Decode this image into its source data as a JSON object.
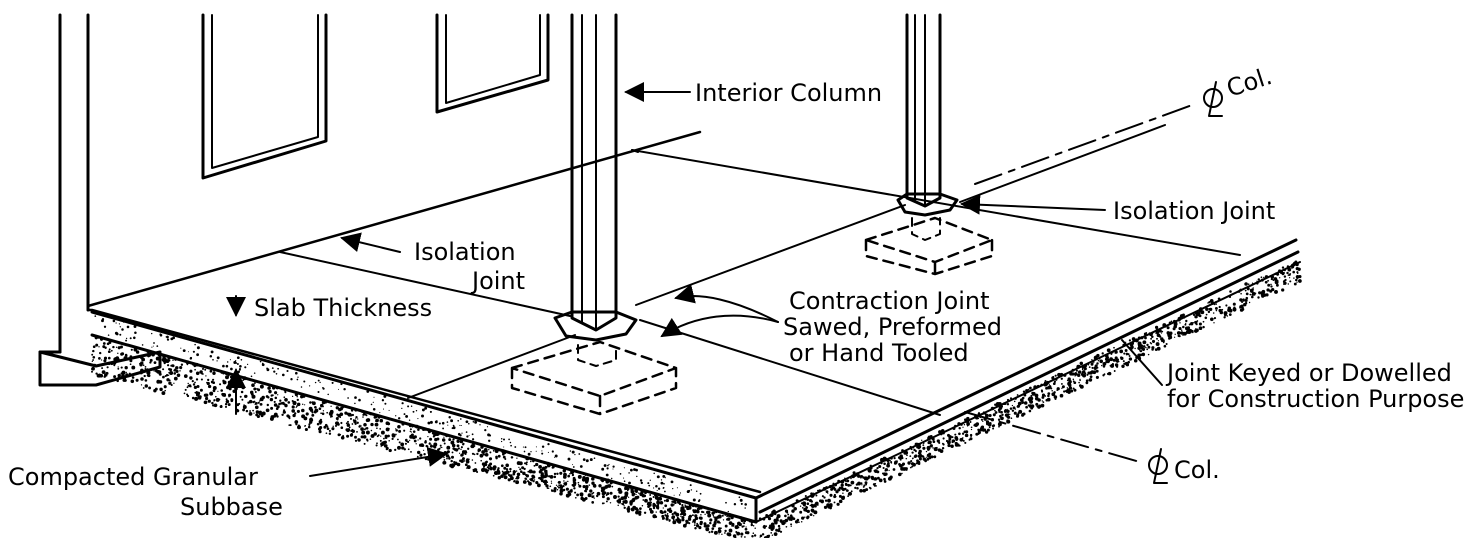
{
  "labels": {
    "interior_column": "Interior Column",
    "cl_col_top": "Col.",
    "isolation_joint_right": "Isolation Joint",
    "isolation_line1": "Isolation",
    "isolation_line2": "Joint",
    "slab_thickness": "Slab Thickness",
    "contraction_line1": "Contraction Joint",
    "contraction_line2": "Sawed, Preformed",
    "contraction_line3": "or Hand Tooled",
    "keyed_line1": "Joint Keyed or Dowelled",
    "keyed_line2": "for Construction Purpose",
    "cl_col_bottom": "Col.",
    "subbase_line1": "Compacted Granular",
    "subbase_line2": "Subbase"
  },
  "colors": {
    "ink": "#000000",
    "paper": "#ffffff"
  }
}
